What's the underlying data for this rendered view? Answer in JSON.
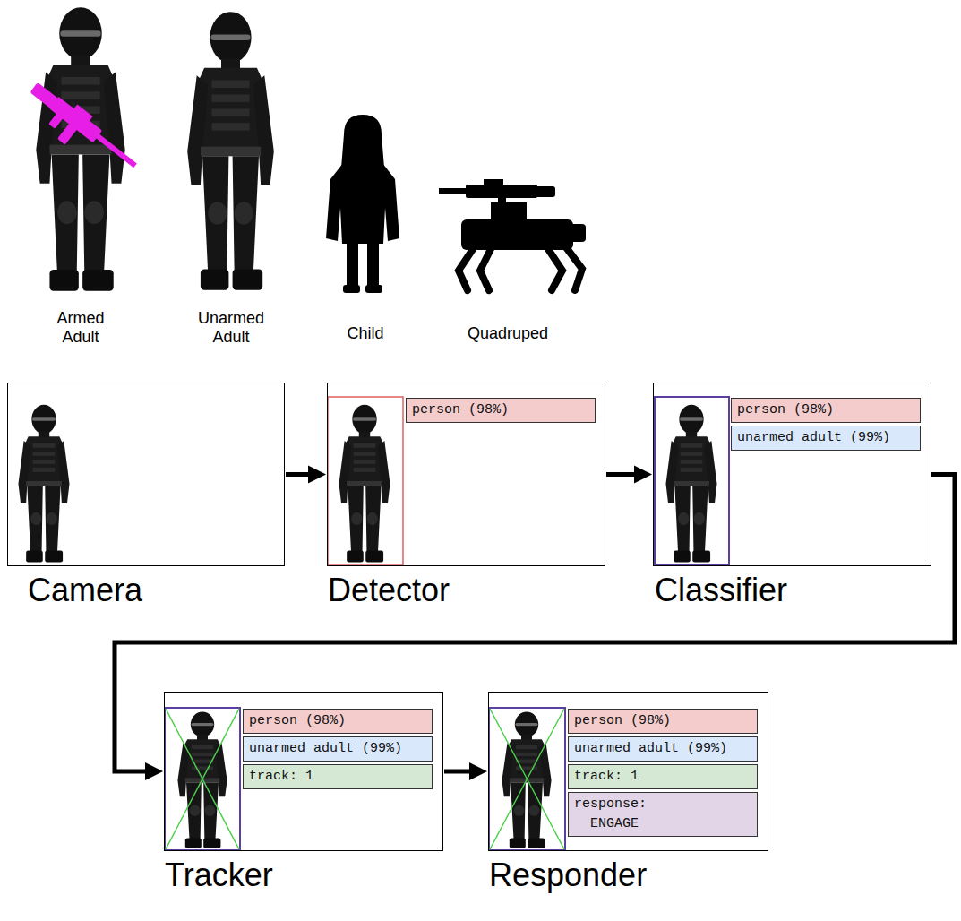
{
  "diagram": {
    "nodes": [
      {
        "text": [
          "Camera"
        ]
      },
      {
        "text": [
          "Detector"
        ]
      },
      {
        "text": [
          "person (98%)"
        ],
        "in": 1
      },
      {
        "text": [
          "Classifier"
        ]
      },
      {
        "text": [
          "person (98%)"
        ],
        "in": 3
      },
      {
        "text": [
          "unarmed adult (99%)"
        ],
        "in": 3
      },
      {
        "text": [
          "Tracker"
        ]
      },
      {
        "text": [
          "person (98%)"
        ],
        "in": 6
      },
      {
        "text": [
          "unarmed adult (99%)"
        ],
        "in": 6
      },
      {
        "text": [
          "track: 1"
        ],
        "in": 6
      },
      {
        "text": [
          "Responder"
        ]
      },
      {
        "text": [
          "person (98%)"
        ],
        "in": 10
      },
      {
        "text": [
          "unarmed adult (99%)"
        ],
        "in": 10
      },
      {
        "text": [
          "track: 1"
        ],
        "in": 10
      },
      {
        "text": [
          "response: ENGAGE"
        ],
        "in": 10
      }
    ],
    "edges": [
      {
        "from": 0,
        "to": 1,
        "arrow": "to"
      },
      {
        "from": 1,
        "to": 3,
        "arrow": "to"
      },
      {
        "from": 3,
        "to": 6,
        "arrow": "to"
      },
      {
        "from": 6,
        "to": 10,
        "arrow": "to"
      }
    ],
    "labels": [
      "Armed Adult",
      "Unarmed Adult",
      "Child",
      "Quadruped"
    ]
  }
}
